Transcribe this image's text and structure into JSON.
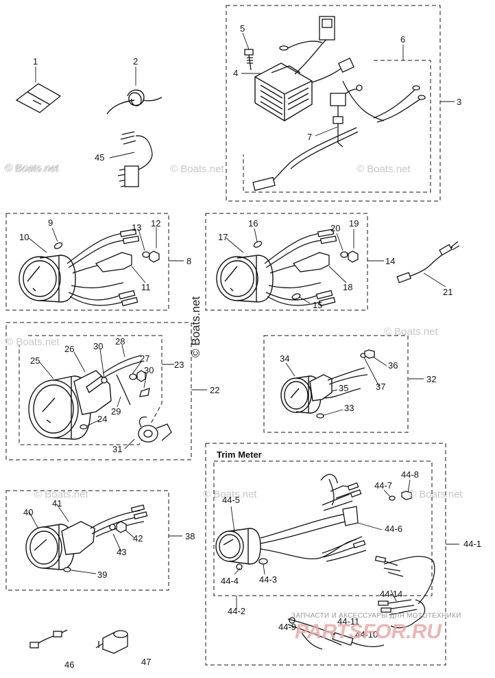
{
  "section_title": "Trim Meter",
  "watermark_main": "© Boats.net",
  "watermark_small": "© Boats.net",
  "shop_banner": "ЗАПЧАСТИ И АКСЕССУАРЫ ДЛЯ МОТОТЕХНИКИ",
  "shop_logo": "PARTSFOR.RU",
  "labels": {
    "p1": "1",
    "p2": "2",
    "p3": "3",
    "p4": "4",
    "p5": "5",
    "p6": "6",
    "p7": "7",
    "p8": "8",
    "p9": "9",
    "p10": "10",
    "p11": "11",
    "p12": "12",
    "p13": "13",
    "p14": "14",
    "p15": "15",
    "p16": "16",
    "p17": "17",
    "p18": "18",
    "p19": "19",
    "p20": "20",
    "p21": "21",
    "p22": "22",
    "p23": "23",
    "p24": "24",
    "p25": "25",
    "p26": "26",
    "p27": "27",
    "p28": "28",
    "p29": "29",
    "p30a": "30",
    "p30b": "30",
    "p31": "31",
    "p32": "32",
    "p33": "33",
    "p34": "34",
    "p35": "35",
    "p36": "36",
    "p37": "37",
    "p38": "38",
    "p39": "39",
    "p40": "40",
    "p41": "41",
    "p42": "42",
    "p43": "43",
    "p45": "45",
    "p46": "46",
    "p47": "47",
    "p44_1": "44-1",
    "p44_2": "44-2",
    "p44_3": "44-3",
    "p44_4": "44-4",
    "p44_5": "44-5",
    "p44_6": "44-6",
    "p44_7": "44-7",
    "p44_8": "44-8",
    "p44_9": "44-9",
    "p44_10": "44-10",
    "p44_11": "44-11",
    "p44_14": "44-14"
  }
}
